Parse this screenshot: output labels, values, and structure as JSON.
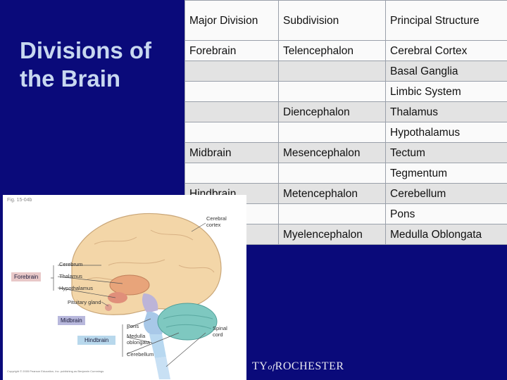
{
  "title": {
    "line1": "Divisions of",
    "line2": "the Brain"
  },
  "table": {
    "headers": [
      "Major Division",
      "Subdivision",
      "Principal Structure"
    ],
    "rows": [
      [
        "Forebrain",
        "Telencephalon",
        "Cerebral Cortex"
      ],
      [
        "",
        "",
        "Basal Ganglia"
      ],
      [
        "",
        "",
        "Limbic System"
      ],
      [
        "",
        "Diencephalon",
        "Thalamus"
      ],
      [
        "",
        "",
        "Hypothalamus"
      ],
      [
        "Midbrain",
        "Mesencephalon",
        "Tectum"
      ],
      [
        "",
        "",
        "Tegmentum"
      ],
      [
        "Hindbrain",
        "Metencephalon",
        "Cerebellum"
      ],
      [
        "",
        "",
        "Pons"
      ],
      [
        "",
        "Myelencephalon",
        "Medulla Oblongata"
      ]
    ]
  },
  "figure": {
    "id_label": "Fig. 15-04b",
    "labels": {
      "cerebral_cortex": "Cerebral cortex",
      "cerebrum": "Cerebrum",
      "thalamus": "Thalamus",
      "hypothalamus": "Hypothalamus",
      "pituitary": "Pituitary gland",
      "pons": "Pons",
      "medulla": "Medulla oblongata",
      "cerebellum": "Cerebellum",
      "spinal_cord": "Spinal cord"
    },
    "boxes": {
      "forebrain": "Forebrain",
      "midbrain": "Midbrain",
      "hindbrain": "Hindbrain"
    },
    "copyright": "Copyright © 2005 Pearson Education, Inc. publishing as Benjamin Cummings"
  },
  "footer": {
    "left": "TY",
    "of": "of",
    "right": "ROCHESTER"
  },
  "colors": {
    "background": "#0a0a7a",
    "title": "#c8d8f0",
    "forebrain_box": "#e8c8c8",
    "midbrain_box": "#b8b8dc",
    "hindbrain_box": "#b8d8ec"
  }
}
